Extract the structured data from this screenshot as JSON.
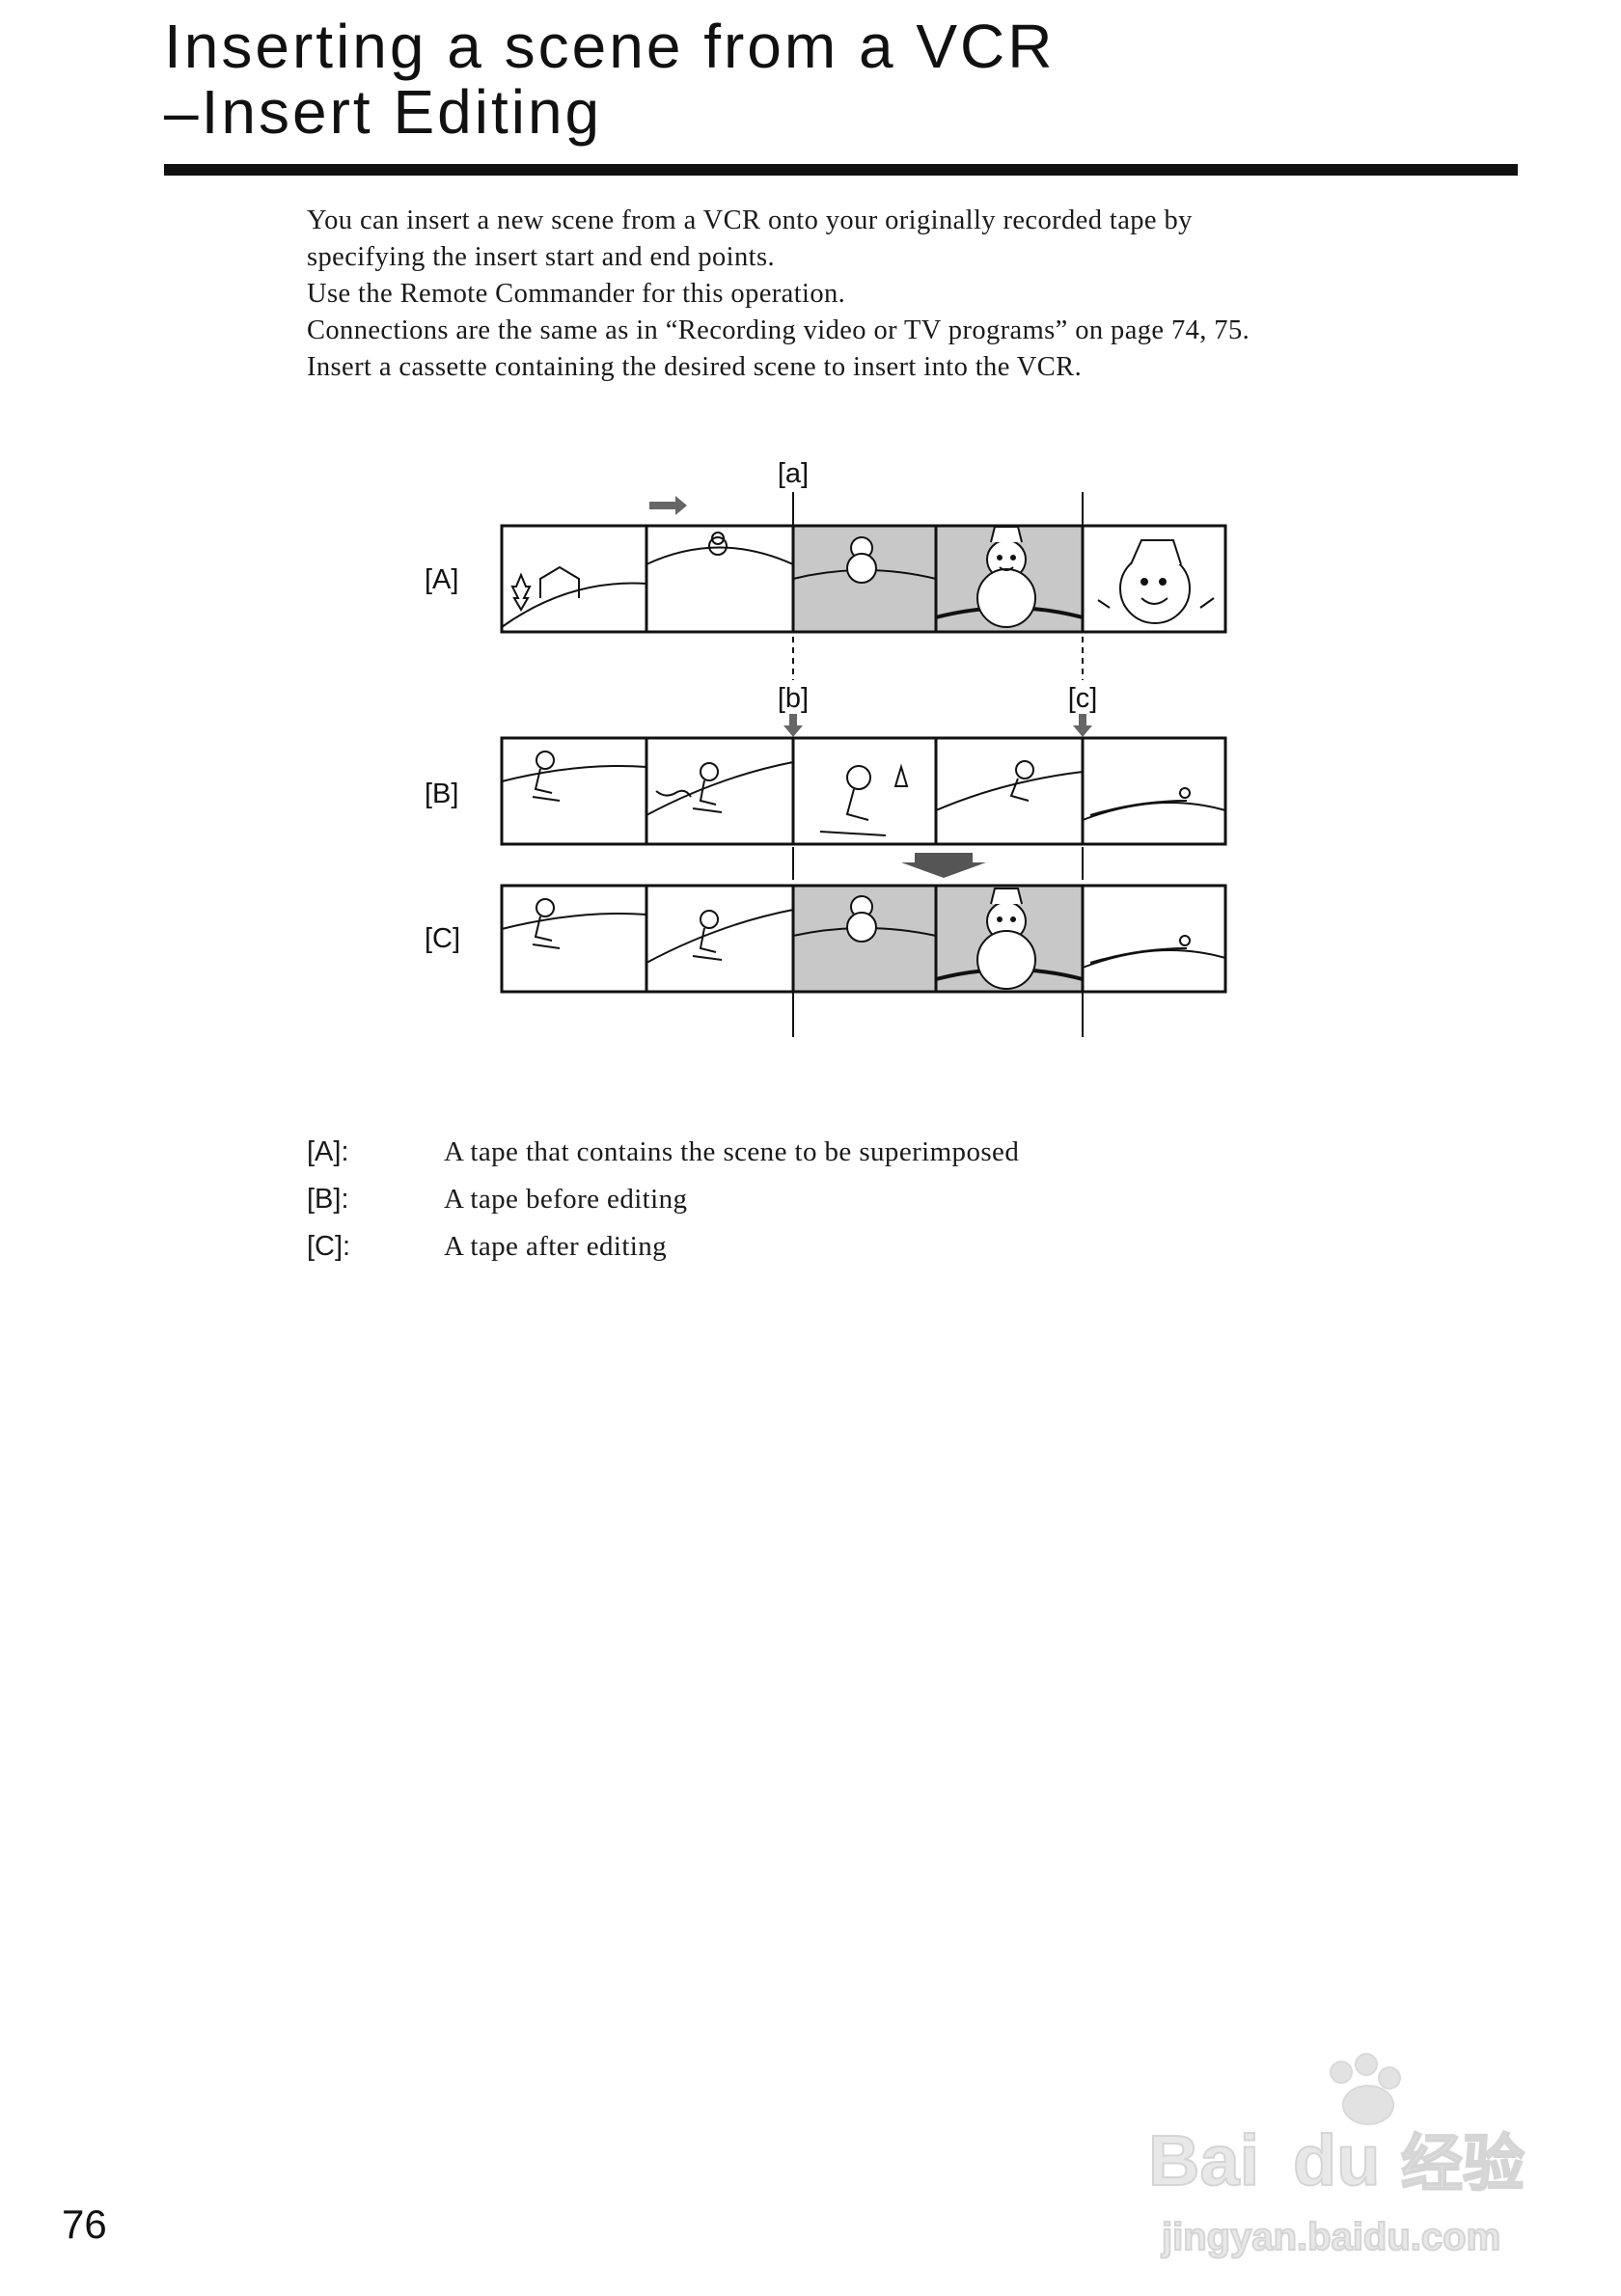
{
  "title": {
    "line1": "Inserting a scene from a VCR",
    "line2": "–Insert Editing"
  },
  "intro": [
    "You can insert a new scene from a VCR onto your originally recorded tape by",
    "specifying the insert start and end points.",
    "Use the Remote Commander for this operation.",
    "Connections are the same as in “Recording video or TV programs” on page 74, 75.",
    "Insert a cassette containing the desired scene to insert into the VCR."
  ],
  "diagram": {
    "point_a": "[a]",
    "point_b": "[b]",
    "point_c": "[c]",
    "row_a": "[A]",
    "row_b": "[B]",
    "row_c": "[C]",
    "highlight_color": "#c8c8c8"
  },
  "legend": [
    {
      "key": "[A]:",
      "text": "A tape that contains the scene to be superimposed"
    },
    {
      "key": "[B]:",
      "text": "A tape before editing"
    },
    {
      "key": "[C]:",
      "text": "A tape after editing"
    }
  ],
  "page_number": "76",
  "watermark": {
    "brand": "Bai",
    "brand2": "du",
    "cn": "经验",
    "url": "jingyan.baidu.com"
  }
}
